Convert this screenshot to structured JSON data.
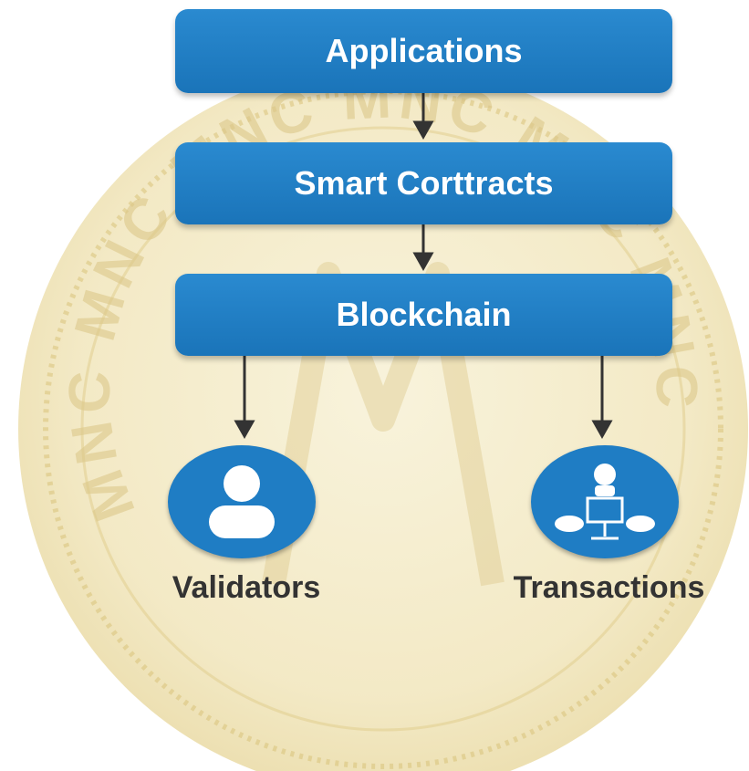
{
  "diagram": {
    "boxes": [
      {
        "label": "Applications"
      },
      {
        "label": "Smart Corttracts"
      },
      {
        "label": "Blockchain"
      }
    ],
    "nodes": [
      {
        "label": "Validators",
        "icon": "person-icon"
      },
      {
        "label": "Transactions",
        "icon": "transaction-icon"
      }
    ],
    "colors": {
      "box": "#1a74b9",
      "node": "#1f7dc4",
      "arrow": "#333333",
      "label": "#333333",
      "coin": "#e6d79a"
    },
    "watermark": "MNC MNC MNC MNC MNC MNC"
  }
}
